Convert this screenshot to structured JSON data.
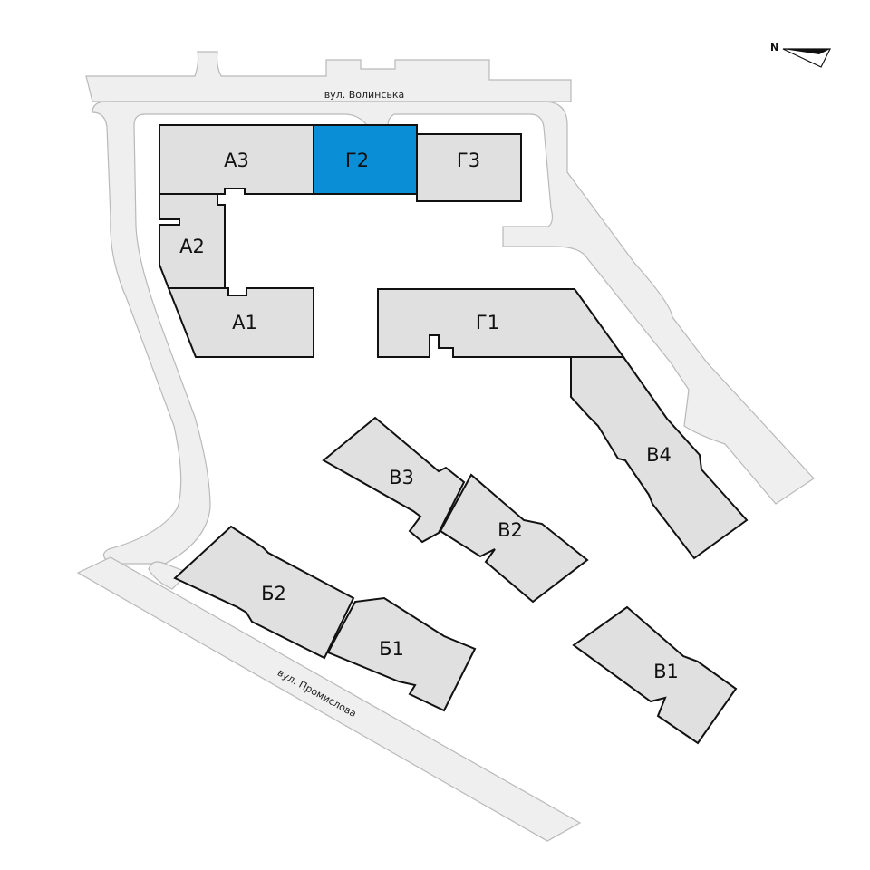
{
  "streets": {
    "volynska": "вул. Волинська",
    "promyslova": "вул. Промислова"
  },
  "compass": {
    "label": "N"
  },
  "buildings": [
    {
      "id": "A3",
      "label": "А3",
      "selected": false
    },
    {
      "id": "G2",
      "label": "Г2",
      "selected": true
    },
    {
      "id": "G3",
      "label": "Г3",
      "selected": false
    },
    {
      "id": "A2",
      "label": "А2",
      "selected": false
    },
    {
      "id": "A1",
      "label": "А1",
      "selected": false
    },
    {
      "id": "G1",
      "label": "Г1",
      "selected": false
    },
    {
      "id": "V4",
      "label": "В4",
      "selected": false
    },
    {
      "id": "V3",
      "label": "В3",
      "selected": false
    },
    {
      "id": "V2",
      "label": "В2",
      "selected": false
    },
    {
      "id": "B2",
      "label": "Б2",
      "selected": false
    },
    {
      "id": "B1",
      "label": "Б1",
      "selected": false
    },
    {
      "id": "V1",
      "label": "В1",
      "selected": false
    }
  ],
  "colors": {
    "selected": "#0a8fd6",
    "building": "#e0e0e0",
    "road": "#efefef",
    "outline": "#111111"
  }
}
